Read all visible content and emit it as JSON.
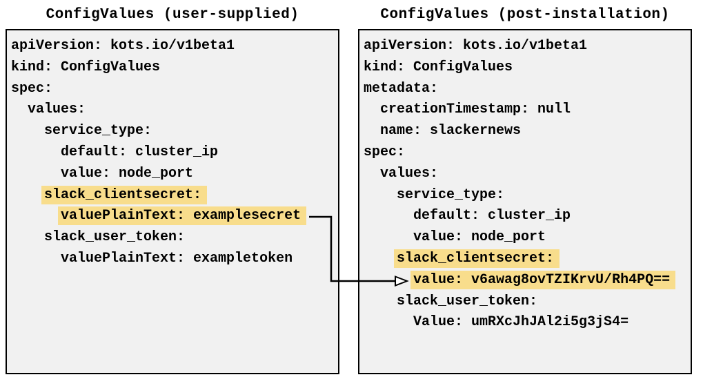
{
  "panels": [
    {
      "id": "user-supplied",
      "title": "ConfigValues (user-supplied)",
      "lines": [
        {
          "text": "apiVersion: kots.io/v1beta1",
          "highlight": false
        },
        {
          "text": "kind: ConfigValues",
          "highlight": false
        },
        {
          "text": "spec:",
          "highlight": false
        },
        {
          "text": "  values:",
          "highlight": false
        },
        {
          "text": "    service_type:",
          "highlight": false
        },
        {
          "text": "      default: cluster_ip",
          "highlight": false
        },
        {
          "text": "      value: node_port",
          "highlight": false
        },
        {
          "text": "    slack_clientsecret:",
          "highlight": true
        },
        {
          "text": "      valuePlainText: examplesecret",
          "highlight": true
        },
        {
          "text": "    slack_user_token:",
          "highlight": false
        },
        {
          "text": "      valuePlainText: exampletoken",
          "highlight": false
        }
      ]
    },
    {
      "id": "post-installation",
      "title": "ConfigValues (post-installation)",
      "lines": [
        {
          "text": "apiVersion: kots.io/v1beta1",
          "highlight": false
        },
        {
          "text": "kind: ConfigValues",
          "highlight": false
        },
        {
          "text": "metadata:",
          "highlight": false
        },
        {
          "text": "  creationTimestamp: null",
          "highlight": false
        },
        {
          "text": "  name: slackernews",
          "highlight": false
        },
        {
          "text": "spec:",
          "highlight": false
        },
        {
          "text": "  values:",
          "highlight": false
        },
        {
          "text": "    service_type:",
          "highlight": false
        },
        {
          "text": "      default: cluster_ip",
          "highlight": false
        },
        {
          "text": "      value: node_port",
          "highlight": false
        },
        {
          "text": "    slack_clientsecret:",
          "highlight": true
        },
        {
          "text": "      value: v6awag8ovTZIKrvU/Rh4PQ==",
          "highlight": true
        },
        {
          "text": "    slack_user_token:",
          "highlight": false
        },
        {
          "text": "      Value: umRXcJhJAl2i5g3jS4=",
          "highlight": false
        }
      ]
    }
  ],
  "colors": {
    "highlight": "#f8dd8c",
    "panel_background": "#f1f1f1",
    "panel_border": "#000000",
    "text": "#000000",
    "arrow": "#000000"
  }
}
